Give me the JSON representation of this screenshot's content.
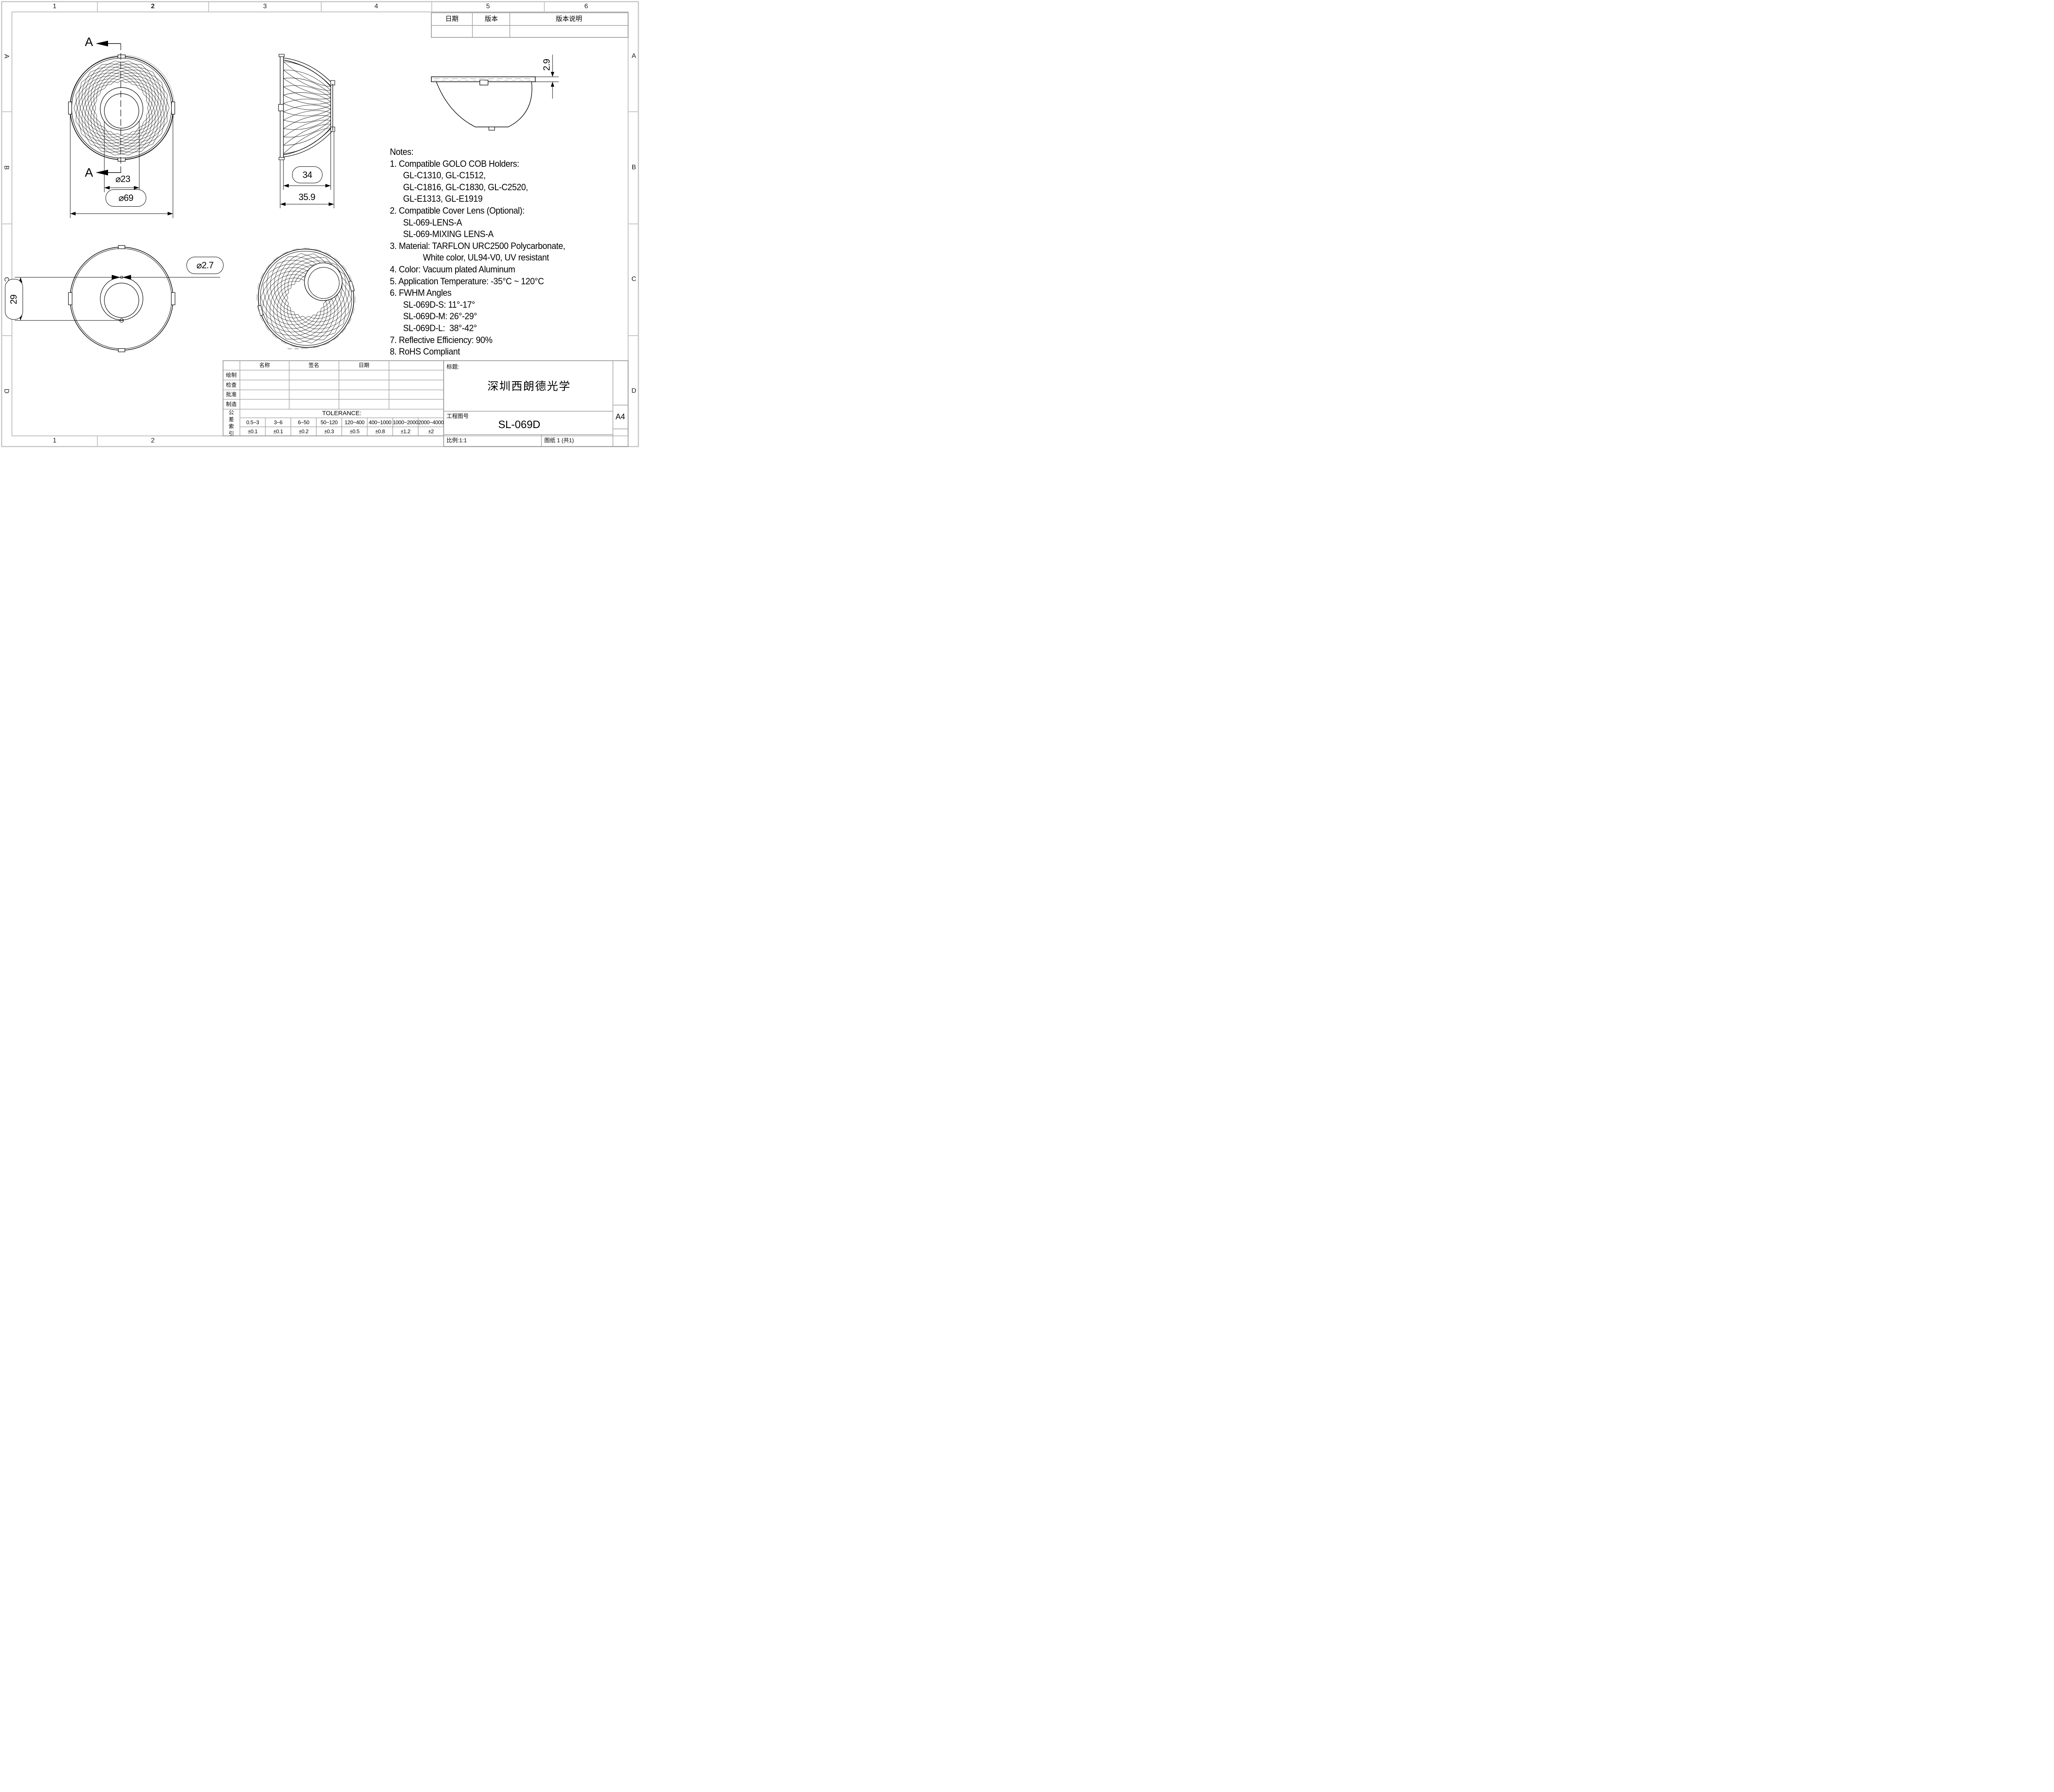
{
  "zones": {
    "top": [
      "1",
      "2",
      "3",
      "4",
      "5",
      "6"
    ],
    "bottom": [
      "1",
      "2"
    ],
    "side": [
      "A",
      "B",
      "C",
      "D"
    ]
  },
  "revision_table": {
    "date": "日期",
    "version": "版本",
    "description": "版本说明"
  },
  "notes": {
    "lines": [
      "Notes:",
      "1. Compatible GOLO COB Holders:",
      "      GL-C1310, GL-C1512,",
      "      GL-C1816, GL-C1830, GL-C2520,",
      "      GL-E1313, GL-E1919",
      "2. Compatible Cover Lens (Optional):",
      "      SL-069-LENS-A",
      "      SL-069-MIXING LENS-A",
      "3. Material: TARFLON URC2500 Polycarbonate,",
      "               White color, UL94-V0, UV resistant",
      "4. Color: Vacuum plated Aluminum",
      "5. Application Temperature: -35°C ~ 120°C",
      "6. FWHM Angles",
      "      SL-069D-S: 11°-17°",
      "      SL-069D-M: 26°-29°",
      "      SL-069D-L:  38°-42°",
      "7. Reflective Efficiency: 90%",
      "8. RoHS Compliant"
    ]
  },
  "dimensions": {
    "front_hole": "⌀23",
    "front_outer": "⌀69",
    "side_depth": "34",
    "side_total": "35.9",
    "back_hole": "⌀2.7",
    "back_pitch": "29",
    "flange_thickness": "2.9",
    "section_label": "A"
  },
  "sign_table": {
    "name": "名称",
    "signature": "签名",
    "date": "日期",
    "rows": [
      "绘制",
      "检查",
      "批准",
      "制造"
    ]
  },
  "tolerance": {
    "index": [
      "公",
      "差",
      "索",
      "引"
    ],
    "title": "TOLERANCE:",
    "ranges": [
      "0.5~3",
      "3~6",
      "6~50",
      "50~120",
      "120~400",
      "400~1000",
      "1000~2000",
      "2000~4000"
    ],
    "values": [
      "±0.1",
      "±0.1",
      "±0.2",
      "±0.3",
      "±0.5",
      "±0.8",
      "±1.2",
      "±2"
    ]
  },
  "title_block": {
    "title_label": "标题:",
    "company": "深圳西朗德光学",
    "drawing_no_label": "工程图号",
    "drawing_no": "SL-069D",
    "paper_size": "A4",
    "scale": "比例:1:1",
    "sheet": "图纸 1 (共1)"
  }
}
